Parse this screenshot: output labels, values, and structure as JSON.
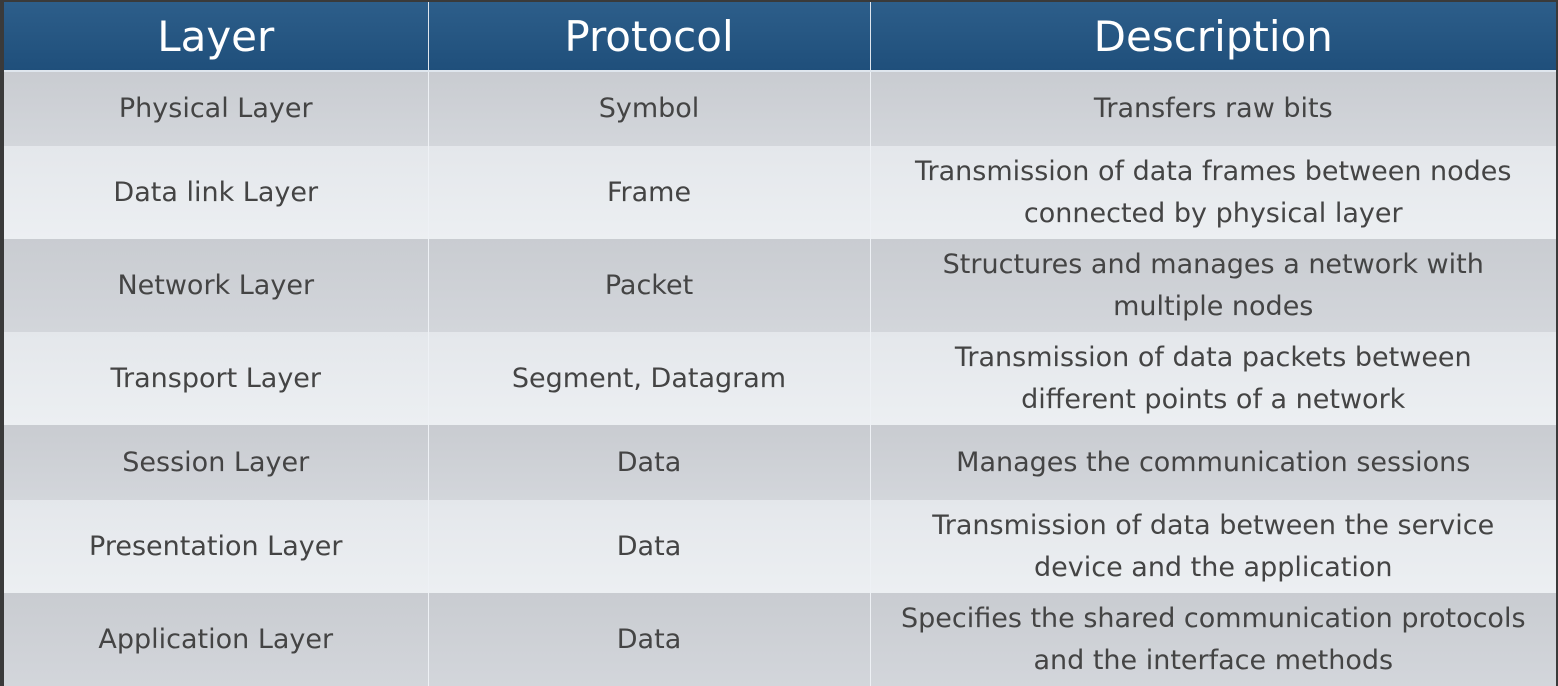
{
  "table": {
    "headers": [
      "Layer",
      "Protocol",
      "Description"
    ],
    "rows": [
      {
        "layer": "Physical Layer",
        "protocol": "Symbol",
        "description": [
          "Transfers raw bits"
        ]
      },
      {
        "layer": "Data link Layer",
        "protocol": "Frame",
        "description": [
          "Transmission of data frames between nodes",
          "connected by physical layer"
        ]
      },
      {
        "layer": "Network Layer",
        "protocol": "Packet",
        "description": [
          "Structures and manages a network with",
          "multiple nodes"
        ]
      },
      {
        "layer": "Transport Layer",
        "protocol": "Segment, Datagram",
        "description": [
          "Transmission of data packets between",
          "different points of a network"
        ]
      },
      {
        "layer": "Session Layer",
        "protocol": "Data",
        "description": [
          "Manages the communication sessions"
        ]
      },
      {
        "layer": "Presentation Layer",
        "protocol": "Data",
        "description": [
          "Transmission of data between the service",
          "device and the application"
        ]
      },
      {
        "layer": "Application Layer",
        "protocol": "Data",
        "description": [
          "Specifies the shared communication protocols",
          "and the interface methods"
        ]
      }
    ]
  },
  "colors": {
    "header_bg": "#1f4f7b",
    "header_text": "#ffffff",
    "row_dark": "#cfd2d7",
    "row_light": "#e9ecef",
    "cell_text": "#444444"
  }
}
